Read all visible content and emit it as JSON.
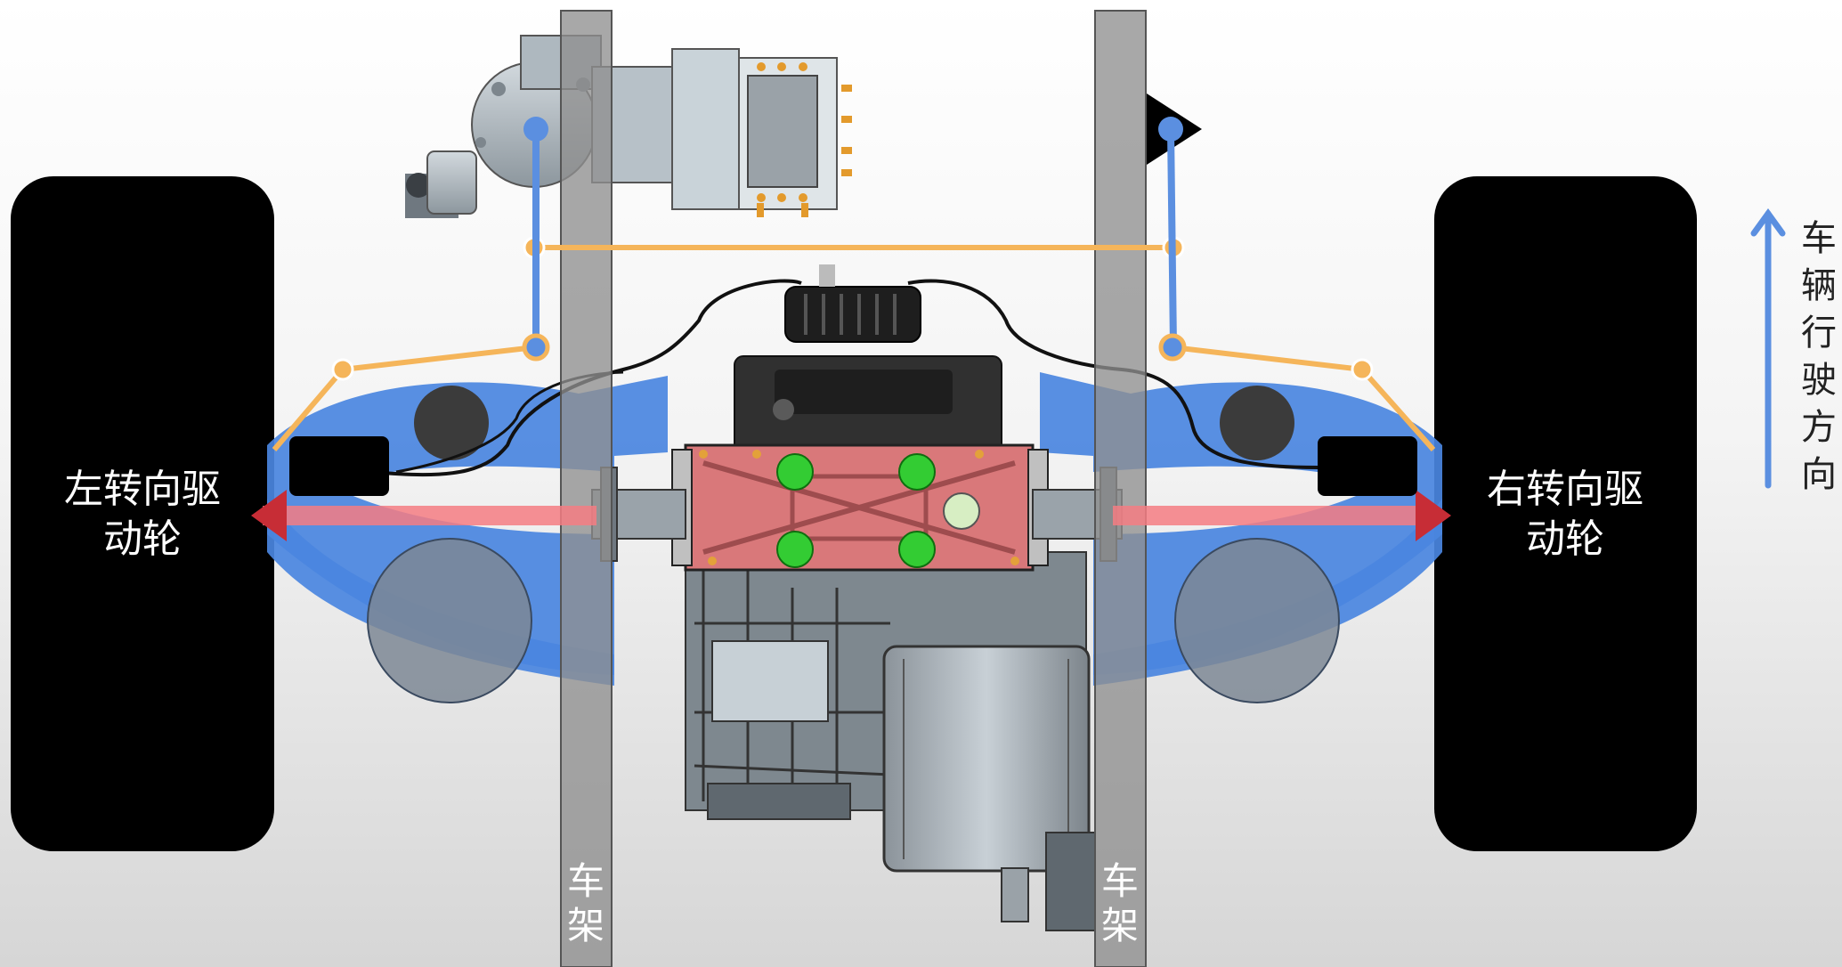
{
  "labels": {
    "left_wheel": "左转向驱\n动轮",
    "right_wheel": "右转向驱\n动轮",
    "frame_left": "车\n架",
    "frame_right": "车\n架",
    "direction": "车\n辆\n行\n驶\n方\n向"
  },
  "colors": {
    "wheel": "#000000",
    "frame_rail": "#8f8f8f",
    "steering_link": "#5b8fe0",
    "tie_rod": "#f5b55a",
    "drive_axis": "#f47d82",
    "arm": "#4a85df",
    "housing": "#d9787a",
    "bolt": "#33cc33",
    "direction_arrow": "#5b8fe0"
  },
  "icons": [
    "steering-motor-icon",
    "battery-pack-icon",
    "drive-motor-icon",
    "gearbox-icon",
    "direction-arrow-icon"
  ]
}
